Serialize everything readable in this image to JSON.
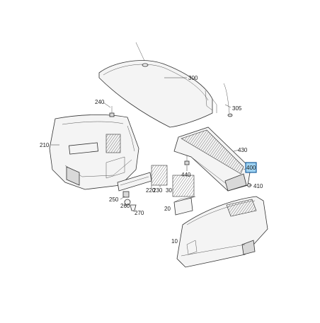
{
  "diagram": {
    "callouts": {
      "c10": "10",
      "c20": "20",
      "c30": "30",
      "c210": "210",
      "c220": "220",
      "c230": "230",
      "c240": "240",
      "c250": "250",
      "c260": "260",
      "c270": "270",
      "c300": "300",
      "c305": "305",
      "c400": "400",
      "c410": "410",
      "c430": "430",
      "c440": "440"
    },
    "highlighted_callout": "400",
    "colors": {
      "line": "#333333",
      "highlight_fill": "#9fd3f2",
      "highlight_border": "#1a5f9e"
    }
  }
}
